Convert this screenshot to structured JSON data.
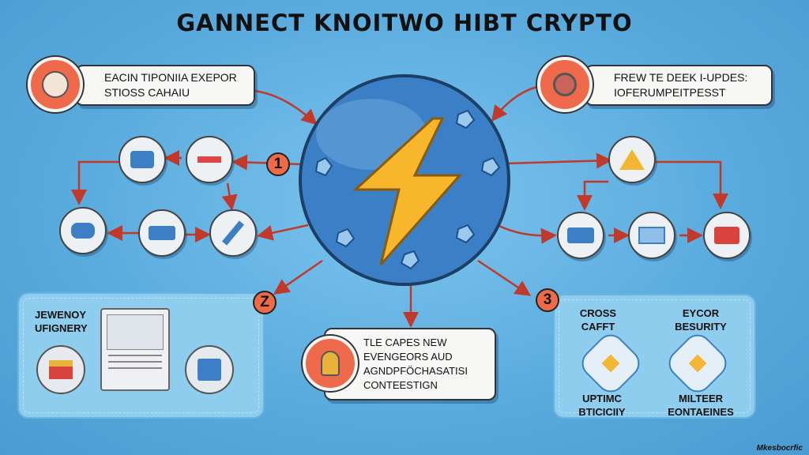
{
  "title": "GANNECT KNOITWO HIBT CRYPTO",
  "callouts": {
    "top_left": {
      "line1": "EACIN TIPONIIA EXEPOR",
      "line2": "STIOSS CAHAIU"
    },
    "top_right": {
      "line1": "FREW TE DEEK I-UPDES:",
      "line2": "IOFERUMPEITPESST"
    },
    "bottom_center": {
      "line1": "TLE CAPES NEW",
      "line2": "EVENGEORS AUD",
      "line3": "AGNDPFÖCHASATISI",
      "line4": "CONTEESTIGN"
    }
  },
  "badges": [
    "1",
    "Z",
    "3"
  ],
  "left_panel": {
    "line1": "JEWENOY",
    "line2": "UFIGNERY"
  },
  "right_panel": {
    "top_left": {
      "line1": "CROSS",
      "line2": "CAFFT"
    },
    "top_right": {
      "line1": "EYCOR",
      "line2": "BESURITY"
    },
    "bottom_left": {
      "line1": "UPTIMC",
      "line2": "BTICICIIY"
    },
    "bottom_right": {
      "line1": "MILTEER",
      "line2": "EONTAEINES"
    }
  },
  "watermark": "Mkesbocrfic",
  "colors": {
    "accent": "#ef6a4a",
    "sphere": "#3b80c6",
    "bolt": "#f7b62c",
    "arrow": "#c0392b"
  }
}
